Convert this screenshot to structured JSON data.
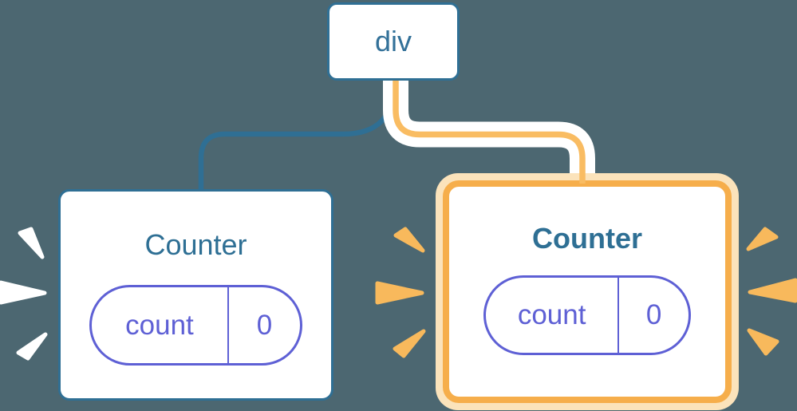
{
  "diagram": {
    "root": {
      "label": "div"
    },
    "cards": [
      {
        "title": "Counter",
        "state_key": "count",
        "state_value": "0",
        "highlighted": false,
        "burst_icons": [
          "burst-left"
        ]
      },
      {
        "title": "Counter",
        "state_key": "count",
        "state_value": "0",
        "highlighted": true,
        "burst_icons": [
          "burst-left",
          "burst-right"
        ]
      }
    ]
  },
  "colors": {
    "background": "#4C6771",
    "steel_blue": "#2F6F94",
    "indigo": "#5E60D5",
    "highlight_orange": "#F6AE4B",
    "highlight_orange_light": "#FBE3BB",
    "connector_yellow": "#F9BC62",
    "spark_orange": "#F8B95C",
    "spark_white": "#FFFFFF",
    "card_background": "#FFFFFF"
  }
}
